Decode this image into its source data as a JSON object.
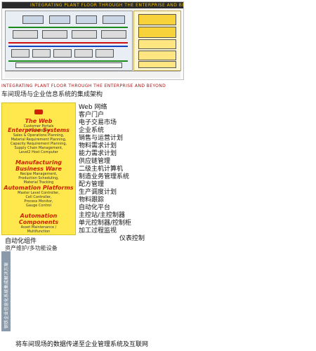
{
  "diagram": {
    "banner": "INTEGRATING PLANT FLOOR THROUGH THE ENTERPRISE AND BEYOND"
  },
  "diagram_caption": "INTEGRATING PLANT FLOOR THROUGH THE ENTERPRISE AND BEYOND",
  "doc_title": "车间现场与企业信息系统的集成架构",
  "layers": [
    {
      "title": "The Web",
      "desc": [
        "Customer Portals",
        "eMarketplace"
      ]
    },
    {
      "title": "Enterprise Systems",
      "desc": [
        "Sales & Operations Planning,",
        "Material Requirement Planning,",
        "Capacity Requirement Planning,",
        "Supply Chain Management,",
        "Level2 Host Computer"
      ]
    },
    {
      "title": "Manufacturing Business Ware",
      "desc": [
        "Recipe Management,",
        "Production Scheduling,",
        "Material Tracking"
      ]
    },
    {
      "title": "Automation Platforms",
      "desc": [
        "Master Level Controller,",
        "Cell Controller,",
        "Process Monitor,",
        "Gauge Control"
      ]
    },
    {
      "title": "Automation Components",
      "desc": [
        "Asset Maintenance /",
        "Multifunction"
      ]
    }
  ],
  "cn_list": [
    "Web 网络",
    "客户门户",
    "电子交易市场",
    "企业系统",
    "销售与运营计划",
    "物料需求计划",
    "能力需求计划",
    "供应链管理",
    "二级主机计算机",
    "制造业务管理系统",
    "配方管理",
    "生产调度计划",
    "物料跟踪",
    "自动化平台",
    "主控站/主控制器",
    "单元控制器/控制柜",
    "加工过程监视",
    "仪表控制"
  ],
  "auto_heading": "自动化组件",
  "auto_desc": "资产维护/多功能设备",
  "side_strip": "钢铁企业信息化系统集成解决方案",
  "bottom_caption": "将车间现场的数据传递至企业管理系统及互联网"
}
